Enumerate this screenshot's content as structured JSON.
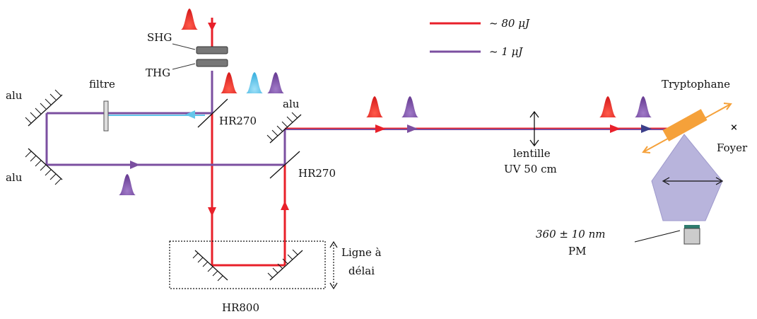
{
  "legend": {
    "red_label": "~ 80 μJ",
    "violet_label": "~ 1 μJ"
  },
  "labels": {
    "shg": "SHG",
    "thg": "THG",
    "filtre": "filtre",
    "alu_top_left": "alu",
    "alu_bottom_left": "alu",
    "alu_middle": "alu",
    "hr270_top": "HR270",
    "hr270_bottom": "HR270",
    "hr800": "HR800",
    "ligne_line1": "Ligne à",
    "ligne_line2": "délai",
    "lentille_line1": "lentille",
    "lentille_line2": "UV 50 cm",
    "tryptophane": "Tryptophane",
    "foyer": "Foyer",
    "pm_wavelength": "360 ± 10 nm",
    "pm": "PM"
  },
  "colors": {
    "red": "#e8202a",
    "violet": "#7b4fa0",
    "cyan": "#63c6ea",
    "navy": "#3c3f8a",
    "orange": "#f5a13a",
    "lavender": "#aca7d6"
  }
}
